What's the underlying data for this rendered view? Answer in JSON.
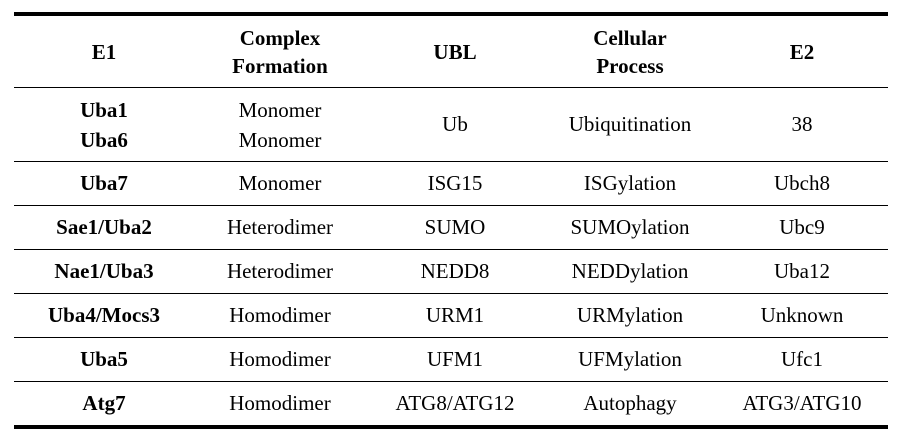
{
  "table": {
    "columns": [
      {
        "key": "e1",
        "label_lines": [
          "E1"
        ]
      },
      {
        "key": "cf",
        "label_lines": [
          "Complex",
          "Formation"
        ]
      },
      {
        "key": "ubl",
        "label_lines": [
          "UBL"
        ]
      },
      {
        "key": "cp",
        "label_lines": [
          "Cellular",
          "Process"
        ]
      },
      {
        "key": "e2",
        "label_lines": [
          "E2"
        ]
      }
    ],
    "header": {
      "e1": "E1",
      "cf_line1": "Complex",
      "cf_line2": "Formation",
      "ubl": "UBL",
      "cp_line1": "Cellular",
      "cp_line2": "Process",
      "e2": "E2"
    },
    "rows": [
      {
        "e1_line1": "Uba1",
        "e1_line2": "Uba6",
        "cf_line1": "Monomer",
        "cf_line2": "Monomer",
        "ubl": "Ub",
        "cp": "Ubiquitination",
        "e2": "38"
      },
      {
        "e1": "Uba7",
        "cf": "Monomer",
        "ubl": "ISG15",
        "cp": "ISGylation",
        "e2": "Ubch8"
      },
      {
        "e1": "Sae1/Uba2",
        "cf": "Heterodimer",
        "ubl": "SUMO",
        "cp": "SUMOylation",
        "e2": "Ubc9"
      },
      {
        "e1": "Nae1/Uba3",
        "cf": "Heterodimer",
        "ubl": "NEDD8",
        "cp": "NEDDylation",
        "e2": "Uba12"
      },
      {
        "e1": "Uba4/Mocs3",
        "cf": "Homodimer",
        "ubl": "URM1",
        "cp": "URMylation",
        "e2": "Unknown"
      },
      {
        "e1": "Uba5",
        "cf": "Homodimer",
        "ubl": "UFM1",
        "cp": "UFMylation",
        "e2": "Ufc1"
      },
      {
        "e1": "Atg7",
        "cf": "Homodimer",
        "ubl": "ATG8/ATG12",
        "cp": "Autophagy",
        "e2": "ATG3/ATG10"
      }
    ]
  },
  "style": {
    "rule_color": "#000000",
    "text_color": "#000000",
    "background": "#ffffff"
  }
}
